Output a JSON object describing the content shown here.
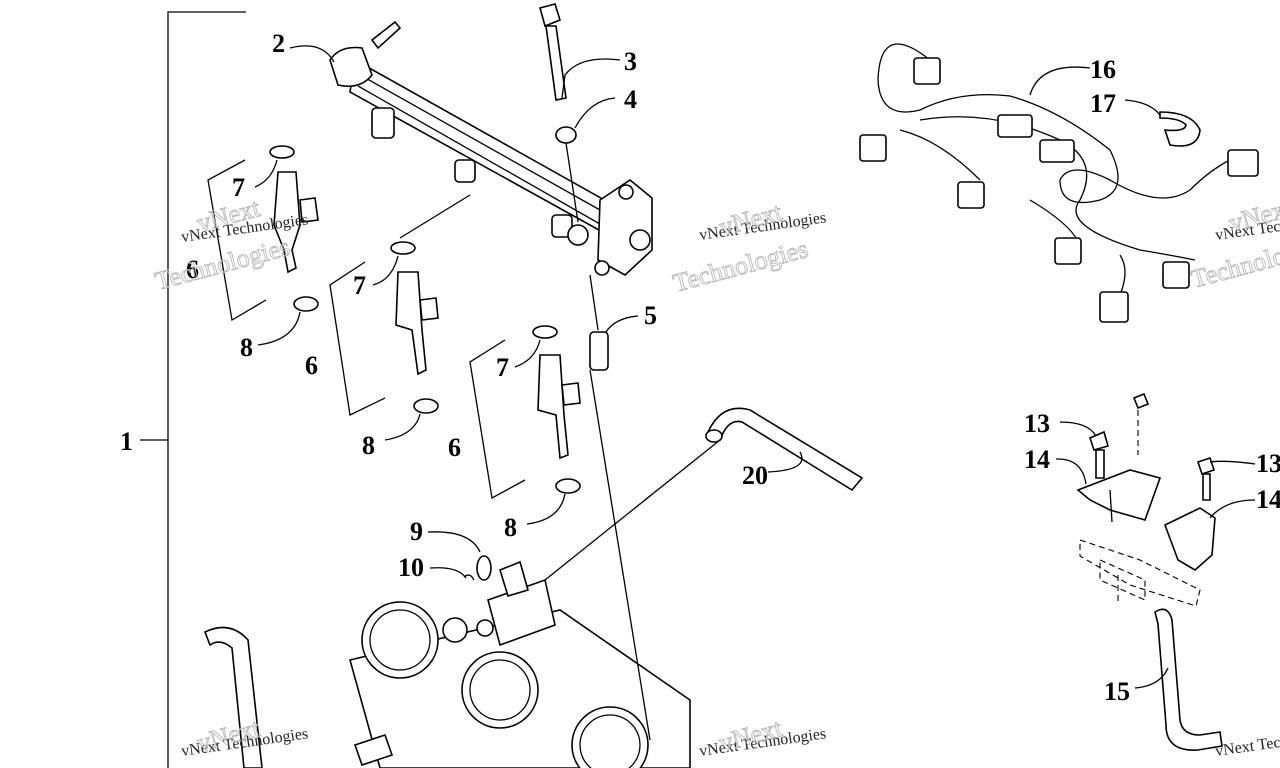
{
  "callouts": {
    "c1": "1",
    "c2": "2",
    "c3": "3",
    "c4": "4",
    "c5": "5",
    "c6a": "6",
    "c6b": "6",
    "c6c": "6",
    "c7a": "7",
    "c7b": "7",
    "c7c": "7",
    "c8a": "8",
    "c8b": "8",
    "c8c": "8",
    "c9": "9",
    "c10": "10",
    "c13a": "13",
    "c13b": "13",
    "c14a": "14",
    "c14b": "14",
    "c15": "15",
    "c16": "16",
    "c17": "17",
    "c20": "20"
  },
  "watermark": {
    "company": "vNext Technologies",
    "word1": "vNext",
    "word2": "Technologies"
  }
}
